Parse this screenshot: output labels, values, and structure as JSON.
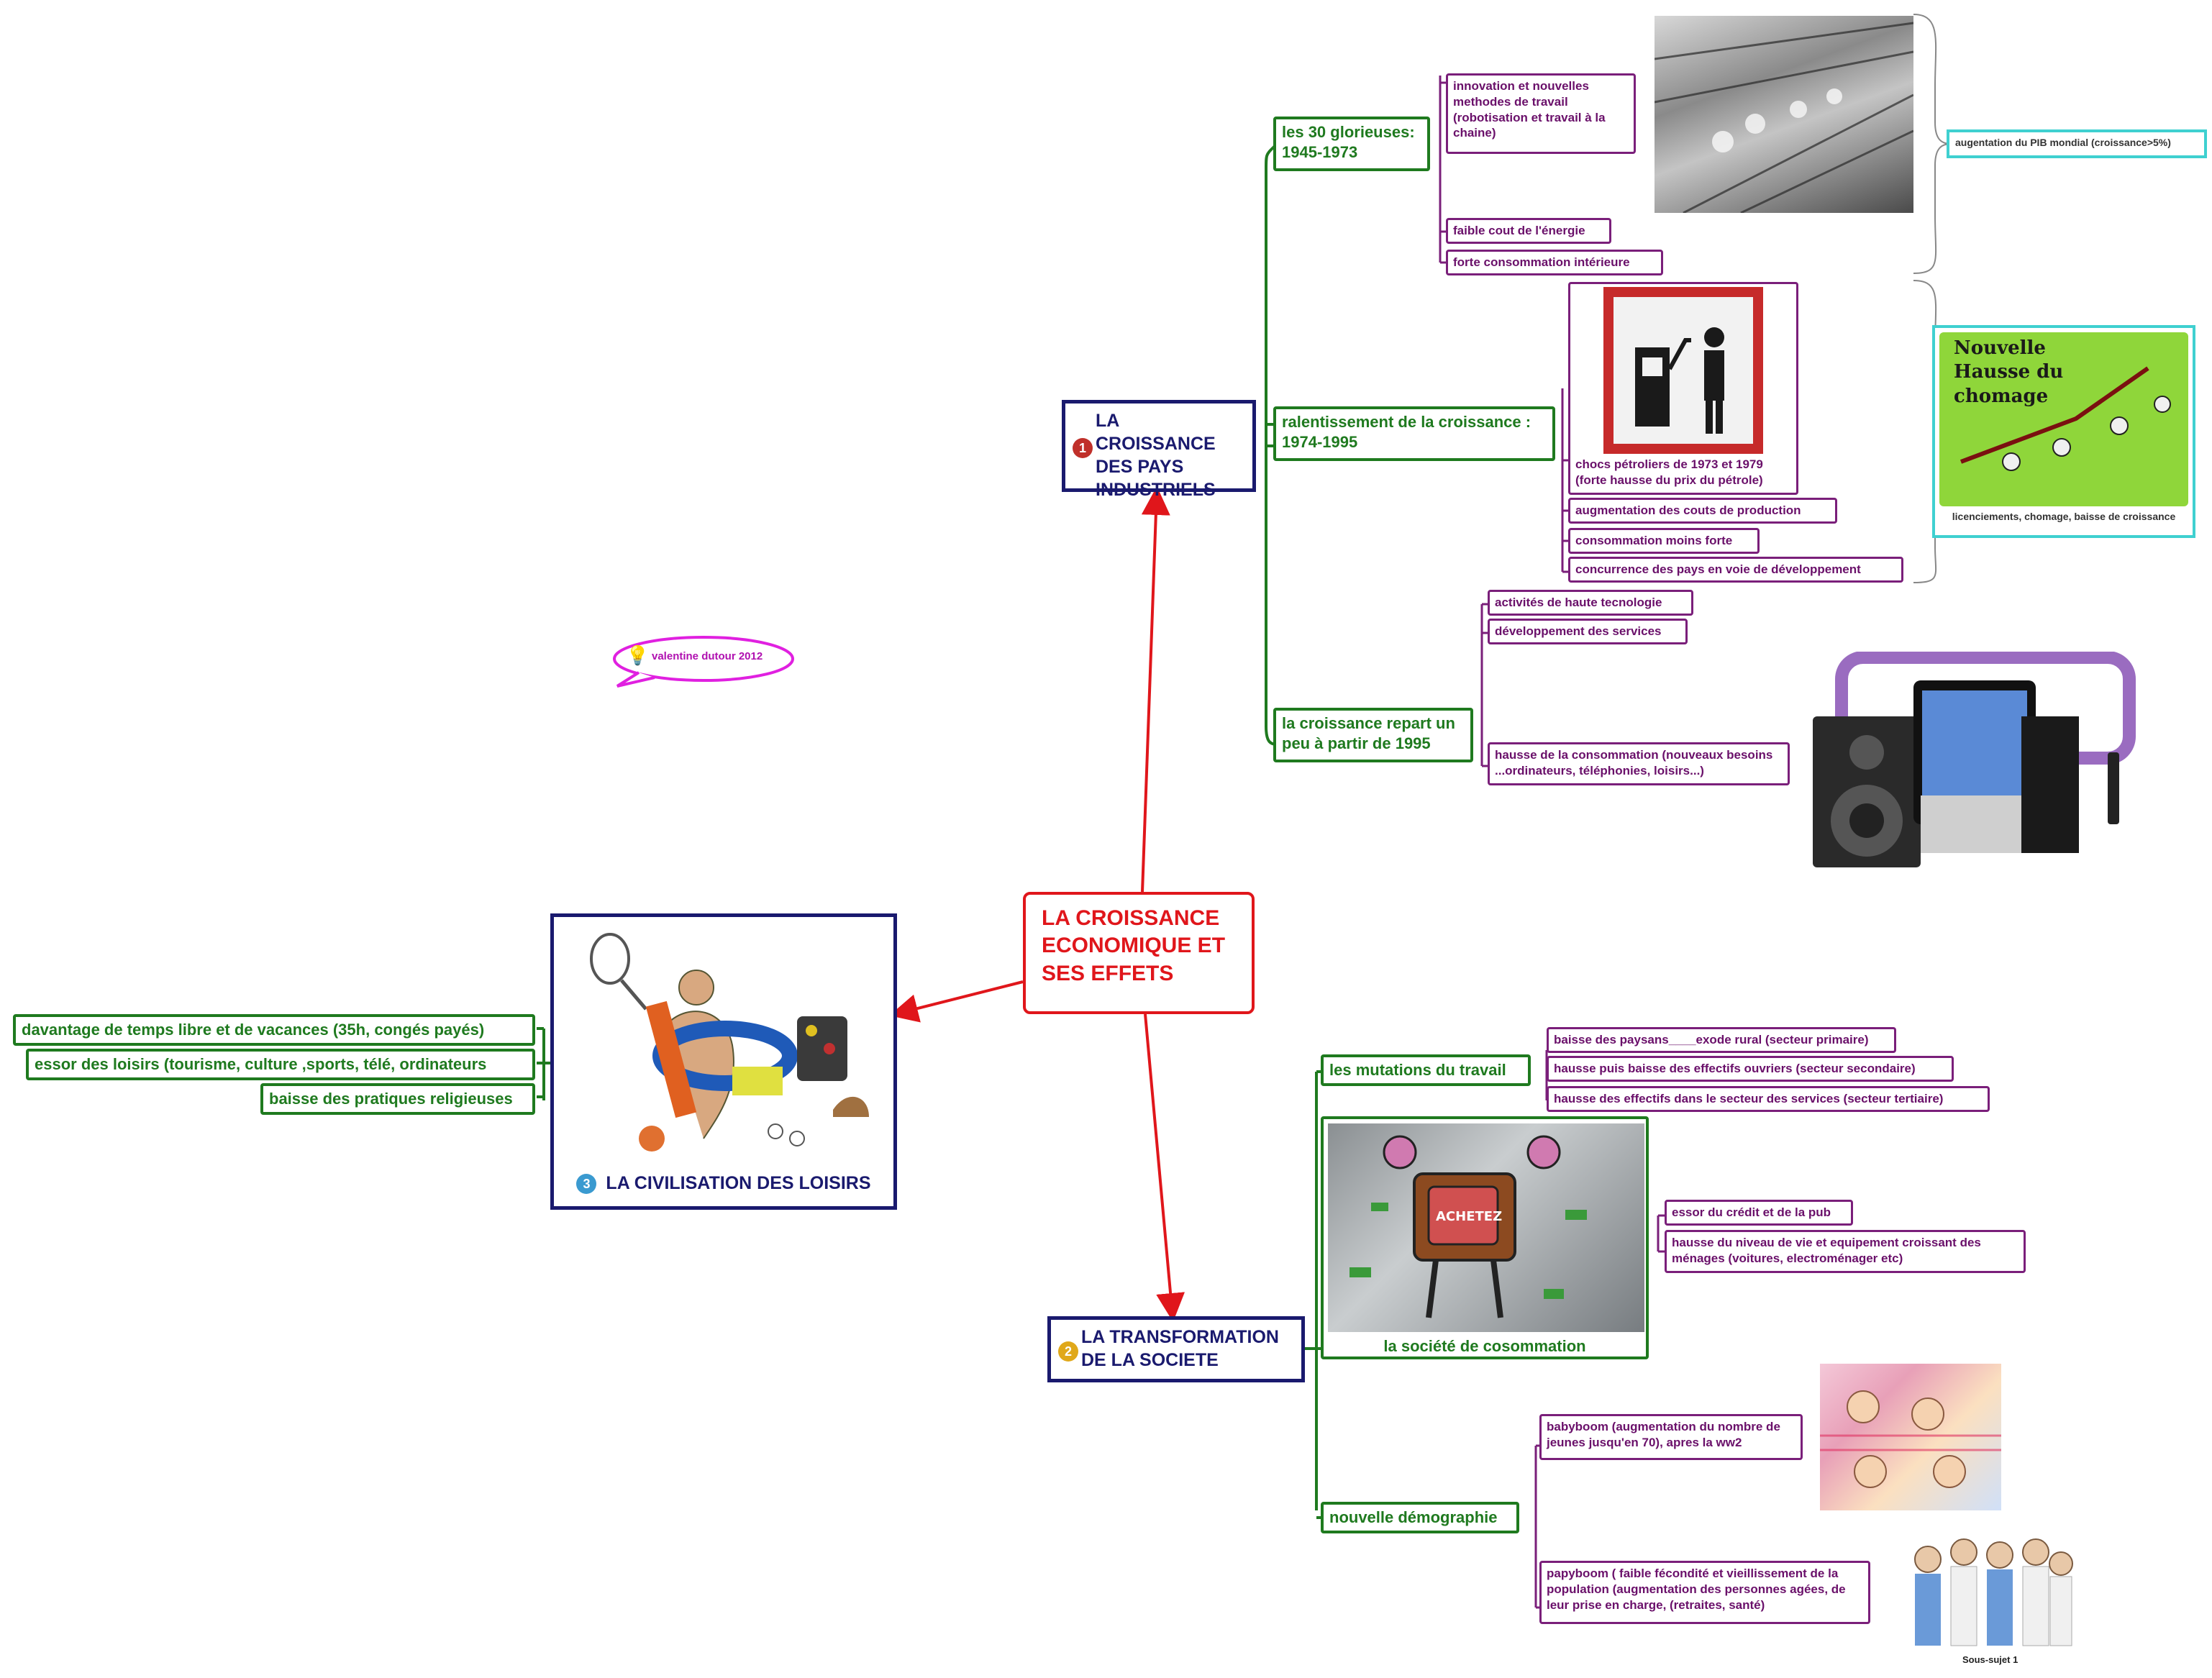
{
  "root": {
    "title": "LA CROISSANCE ECONOMIQUE ET SES EFFETS"
  },
  "colors": {
    "root": "#e0161b",
    "main": "#1a1a6e",
    "green": "#1f7a1f",
    "purple": "#7a1f7a",
    "teal": "#3fd0d0",
    "callout": "#e020e0"
  },
  "callout": {
    "text": "valentine dutour 2012",
    "icon": "lightbulb-icon"
  },
  "branch1": {
    "number": "1",
    "title": "LA CROISSANCE DES PAYS INDUSTRIELS",
    "sub1": {
      "title": "les 30 glorieuses: 1945-1973",
      "items": [
        "innovation et nouvelles methodes de travail (robotisation et travail à la chaine)",
        "faible cout de l'énergie",
        "forte consommation intérieure"
      ],
      "summary": "augentation du PIB mondial (croissance>5%)"
    },
    "sub2": {
      "title": "ralentissement de la croissance : 1974-1995",
      "items": [
        "chocs pétroliers de 1973 et 1979 (forte hausse du prix du pétrole)",
        "augmentation des couts de production",
        "consommation moins forte",
        "concurrence des pays en voie de développement"
      ],
      "summary_caption": "licenciements, chomage, baisse de croissance",
      "cartoon_text": "Nouvelle Hausse du chomage"
    },
    "sub3": {
      "title": "la croissance repart un peu à partir de 1995",
      "items": [
        "activités de haute tecnologie",
        "développement des services",
        "hausse de la consommation (nouveaux besoins ...ordinateurs, téléphonies, loisirs...)"
      ]
    }
  },
  "branch2": {
    "number": "2",
    "title": "LA TRANSFORMATION DE LA SOCIETE",
    "sub1": {
      "title": "les mutations du travail",
      "items": [
        "baisse des paysans____exode rural (secteur primaire)",
        "hausse puis baisse des effectifs ouvriers (secteur secondaire)",
        "hausse des effectifs dans le secteur des services (secteur tertiaire)"
      ]
    },
    "sub2": {
      "title": "la société de cosommation",
      "image_text": "ACHETEZ",
      "items": [
        "essor du crédit et de la pub",
        "hausse du niveau de vie et equipement croissant des ménages (voitures, electroménager etc)"
      ]
    },
    "sub3": {
      "title": "nouvelle démographie",
      "items": [
        "babyboom (augmentation du nombre de jeunes jusqu'en 70), apres la ww2",
        "papyboom ( faible fécondité et vieillissement de la population (augmentation des personnes agées, de leur  prise en charge, (retraites, santé)"
      ],
      "caption": "Sous-sujet 1"
    }
  },
  "branch3": {
    "number": "3",
    "title": "LA CIVILISATION DES LOISIRS",
    "items": [
      "davantage de temps libre et de vacances (35h, congés payés)",
      "essor des loisirs (tourisme, culture ,sports, télé, ordinateurs",
      "baisse des pratiques religieuses"
    ]
  }
}
